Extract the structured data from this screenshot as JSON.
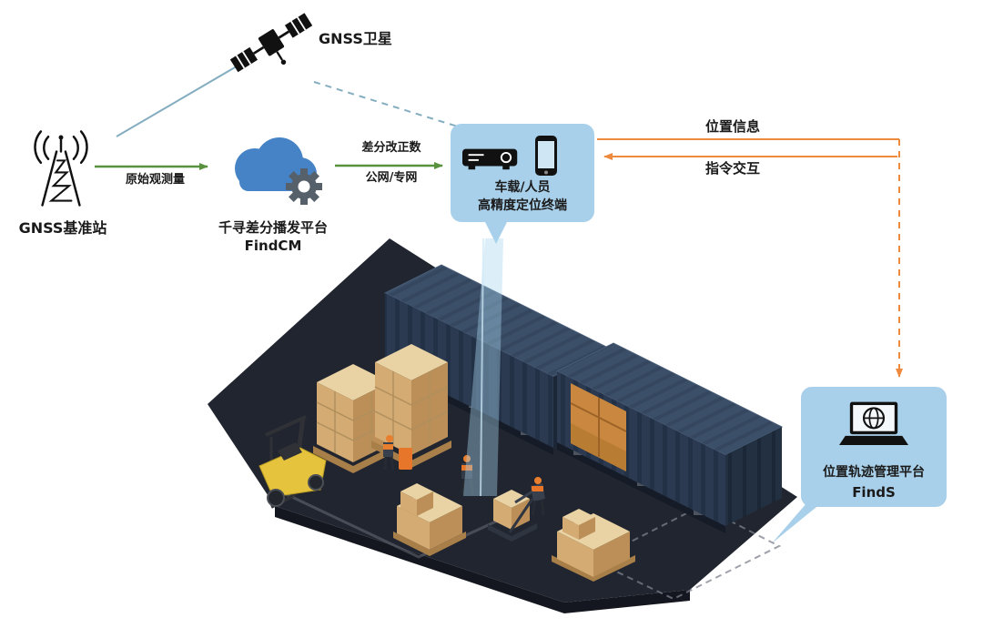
{
  "nodes": {
    "satellite": {
      "label": "GNSS卫星"
    },
    "base_station": {
      "label": "GNSS基准站"
    },
    "cloud": {
      "title": "千寻差分播发平台",
      "subtitle": "FindCM"
    },
    "terminal": {
      "line1": "车载/人员",
      "line2": "高精度定位终端"
    },
    "track_platform": {
      "title": "位置轨迹管理平台",
      "subtitle": "FindS"
    }
  },
  "edges": {
    "raw_observation": {
      "label": "原始观测量"
    },
    "correction": {
      "line1": "差分改正数",
      "line2": "公网/专网"
    },
    "position_info": {
      "label": "位置信息"
    },
    "command_interaction": {
      "label": "指令交互"
    }
  },
  "colors": {
    "satellite_link": "#84adc0",
    "green_arrow": "#59923f",
    "orange_arrow": "#ee8a3e",
    "bubble": "#a9d0ea",
    "cloud_blue": "#4583c6",
    "gear_gray": "#55606b",
    "ground": "#21252f",
    "container": "#2b3a50",
    "carton": "#d8b485",
    "forklift": "#e6c33c",
    "text": "#1a1a1a"
  }
}
